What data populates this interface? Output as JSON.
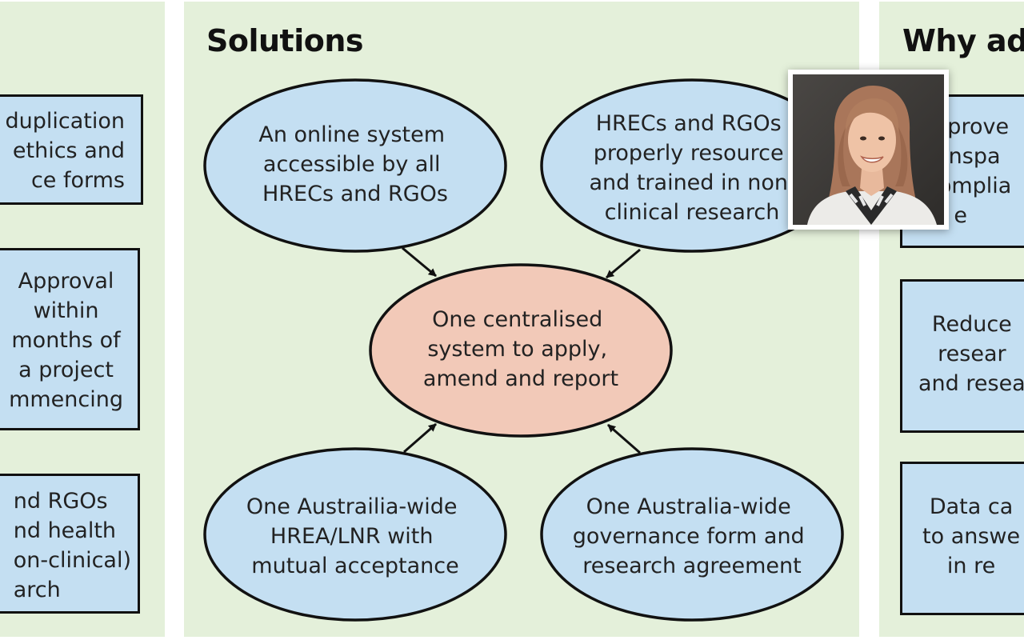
{
  "left_column": {
    "boxes": [
      "duplication\nethics and\nce forms",
      "Approval\nwithin\nmonths of\na project\nmmencing",
      "nd RGOs\nnd health\non-clinical)\narch"
    ]
  },
  "solutions": {
    "heading": "Solutions",
    "top_left": [
      "An online system",
      "accessible by all",
      "HRECs and RGOs"
    ],
    "top_right": [
      "HRECs and RGOs",
      "properly resource",
      "and trained in non",
      "clinical research"
    ],
    "center": [
      "One centralised",
      "system to apply,",
      "amend and report"
    ],
    "bottom_left": [
      "One Austrailia-wide",
      "HREA/LNR with",
      "mutual acceptance"
    ],
    "bottom_right": [
      "One Australia-wide",
      "governance form and",
      "research agreement"
    ]
  },
  "right_column": {
    "heading": "Why ad",
    "boxes": [
      "mprove\nranspa\ncomplia\n    e",
      "Reduce\nresear\nand resea",
      "Data ca\nto answe\nin re"
    ]
  },
  "colors": {
    "panel_bg": "#e4f0da",
    "node_blue": "#c4dff2",
    "node_center": "#f2c9b8",
    "outline": "#111111"
  }
}
